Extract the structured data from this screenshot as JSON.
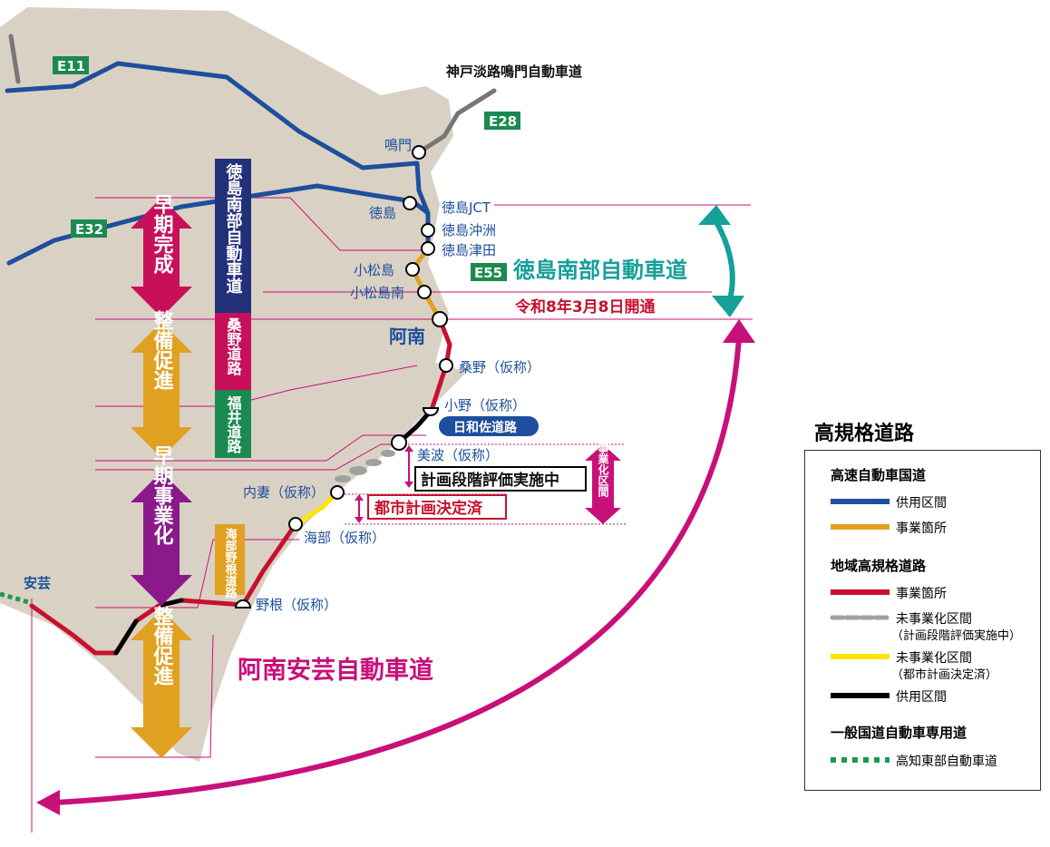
{
  "title_legend": "高規格道路",
  "colors": {
    "land": "#d9d1c4",
    "expressway": "#1d4f9c",
    "expressway_work": "#e0a020",
    "regional_work": "#c8102e",
    "regional_plan": "#a0a0a0",
    "regional_city": "#ffe600",
    "regional_open": "#000000",
    "general": "#1a9a50",
    "magenta": "#c8107a",
    "teal": "#16a09a"
  },
  "routes": {
    "e11": "E11",
    "e32": "E32",
    "e28": "E28",
    "e55": "E55",
    "kobe": "神戸淡路鳴門自動車道",
    "tokushima_south": "徳島南部自動車道",
    "anan_aki": "阿南安芸自動車道",
    "opening": "令和8年3月8日開通",
    "hiwasa": "日和佐道路"
  },
  "stations": {
    "naruto": "鳴門",
    "tokushima": "徳島",
    "jct": "徳島JCT",
    "okinosu": "徳島沖洲",
    "tsuda": "徳島津田",
    "komatsushima": "小松島",
    "komatsushima_minami": "小松島南",
    "anan": "阿南",
    "kuwano": "桑野（仮称）",
    "ono": "小野（仮称）",
    "minami": "美波（仮称）",
    "utsuma": "内妻（仮称）",
    "kaifu": "海部（仮称）",
    "none": "野根（仮称）",
    "aki": "安芸"
  },
  "arrows": {
    "early_complete": "早期完成",
    "promote1": "整備促進",
    "early_project": "早期事業化",
    "promote2": "整備促進",
    "unproject": "未事業化区間"
  },
  "bars": {
    "tokushima_south": "徳島南部自動車道",
    "kuwano": "桑野道路",
    "fukui": "福井道路",
    "kaifu_none": "海部野根道路"
  },
  "boxes": {
    "planning": "計画段階評価実施中",
    "city_plan": "都市計画決定済"
  },
  "legend": {
    "group1": "高速自動車国道",
    "g1_open": "供用区間",
    "g1_work": "事業箇所",
    "group2": "地域高規格道路",
    "g2_work": "事業箇所",
    "g2_plan": "未事業化区間",
    "g2_plan_note": "（計画段階評価実施中）",
    "g2_city": "未事業化区間",
    "g2_city_note": "（都市計画決定済）",
    "g2_open": "供用区間",
    "group3": "一般国道自動車専用道",
    "g3_item": "高知東部自動車道"
  }
}
